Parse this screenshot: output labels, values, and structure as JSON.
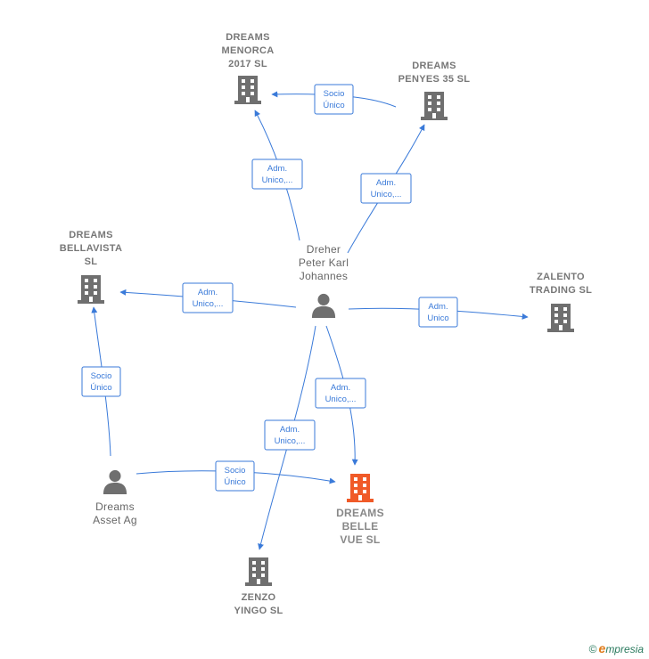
{
  "nodes": {
    "dreams_menorca": {
      "label": [
        "DREAMS",
        "MENORCA",
        "2017  SL"
      ],
      "kind": "company"
    },
    "dreams_penyes": {
      "label": [
        "DREAMS",
        "PENYES 35  SL"
      ],
      "kind": "company"
    },
    "dreams_bellavista": {
      "label": [
        "DREAMS",
        "BELLAVISTA",
        "SL"
      ],
      "kind": "company"
    },
    "zalento": {
      "label": [
        "ZALENTO",
        "TRADING  SL"
      ],
      "kind": "company"
    },
    "dreher": {
      "label": [
        "Dreher",
        "Peter Karl",
        "Johannes"
      ],
      "kind": "person"
    },
    "dreams_asset": {
      "label": [
        "Dreams",
        "Asset Ag"
      ],
      "kind": "person"
    },
    "dreams_belle_vue": {
      "label": [
        "DREAMS",
        "BELLE",
        "VUE  SL"
      ],
      "kind": "focus"
    },
    "zenzo": {
      "label": [
        "ZENZO",
        "YINGO  SL"
      ],
      "kind": "company"
    }
  },
  "edges": [
    {
      "id": "penyes-menorca",
      "label": [
        "Socio",
        "Único"
      ]
    },
    {
      "id": "dreher-menorca",
      "label": [
        "Adm.",
        "Unico,..."
      ]
    },
    {
      "id": "dreher-penyes",
      "label": [
        "Adm.",
        "Unico,..."
      ]
    },
    {
      "id": "dreher-bellavista",
      "label": [
        "Adm.",
        "Unico,..."
      ]
    },
    {
      "id": "dreher-zalento",
      "label": [
        "Adm.",
        "Unico"
      ]
    },
    {
      "id": "asset-bellavista",
      "label": [
        "Socio",
        "Único"
      ]
    },
    {
      "id": "dreher-bellevue",
      "label": [
        "Adm.",
        "Unico,..."
      ]
    },
    {
      "id": "dreher-zenzo",
      "label": [
        "Adm.",
        "Unico,..."
      ]
    },
    {
      "id": "asset-bellevue",
      "label": [
        "Socio",
        "Único"
      ]
    }
  ],
  "colors": {
    "company": "#6f6f6f",
    "focus": "#f05a28",
    "person": "#6f6f6f",
    "edge": "#3a7ad9"
  },
  "brand": {
    "copyright": "©",
    "initial": "e",
    "name": "mpresia"
  }
}
